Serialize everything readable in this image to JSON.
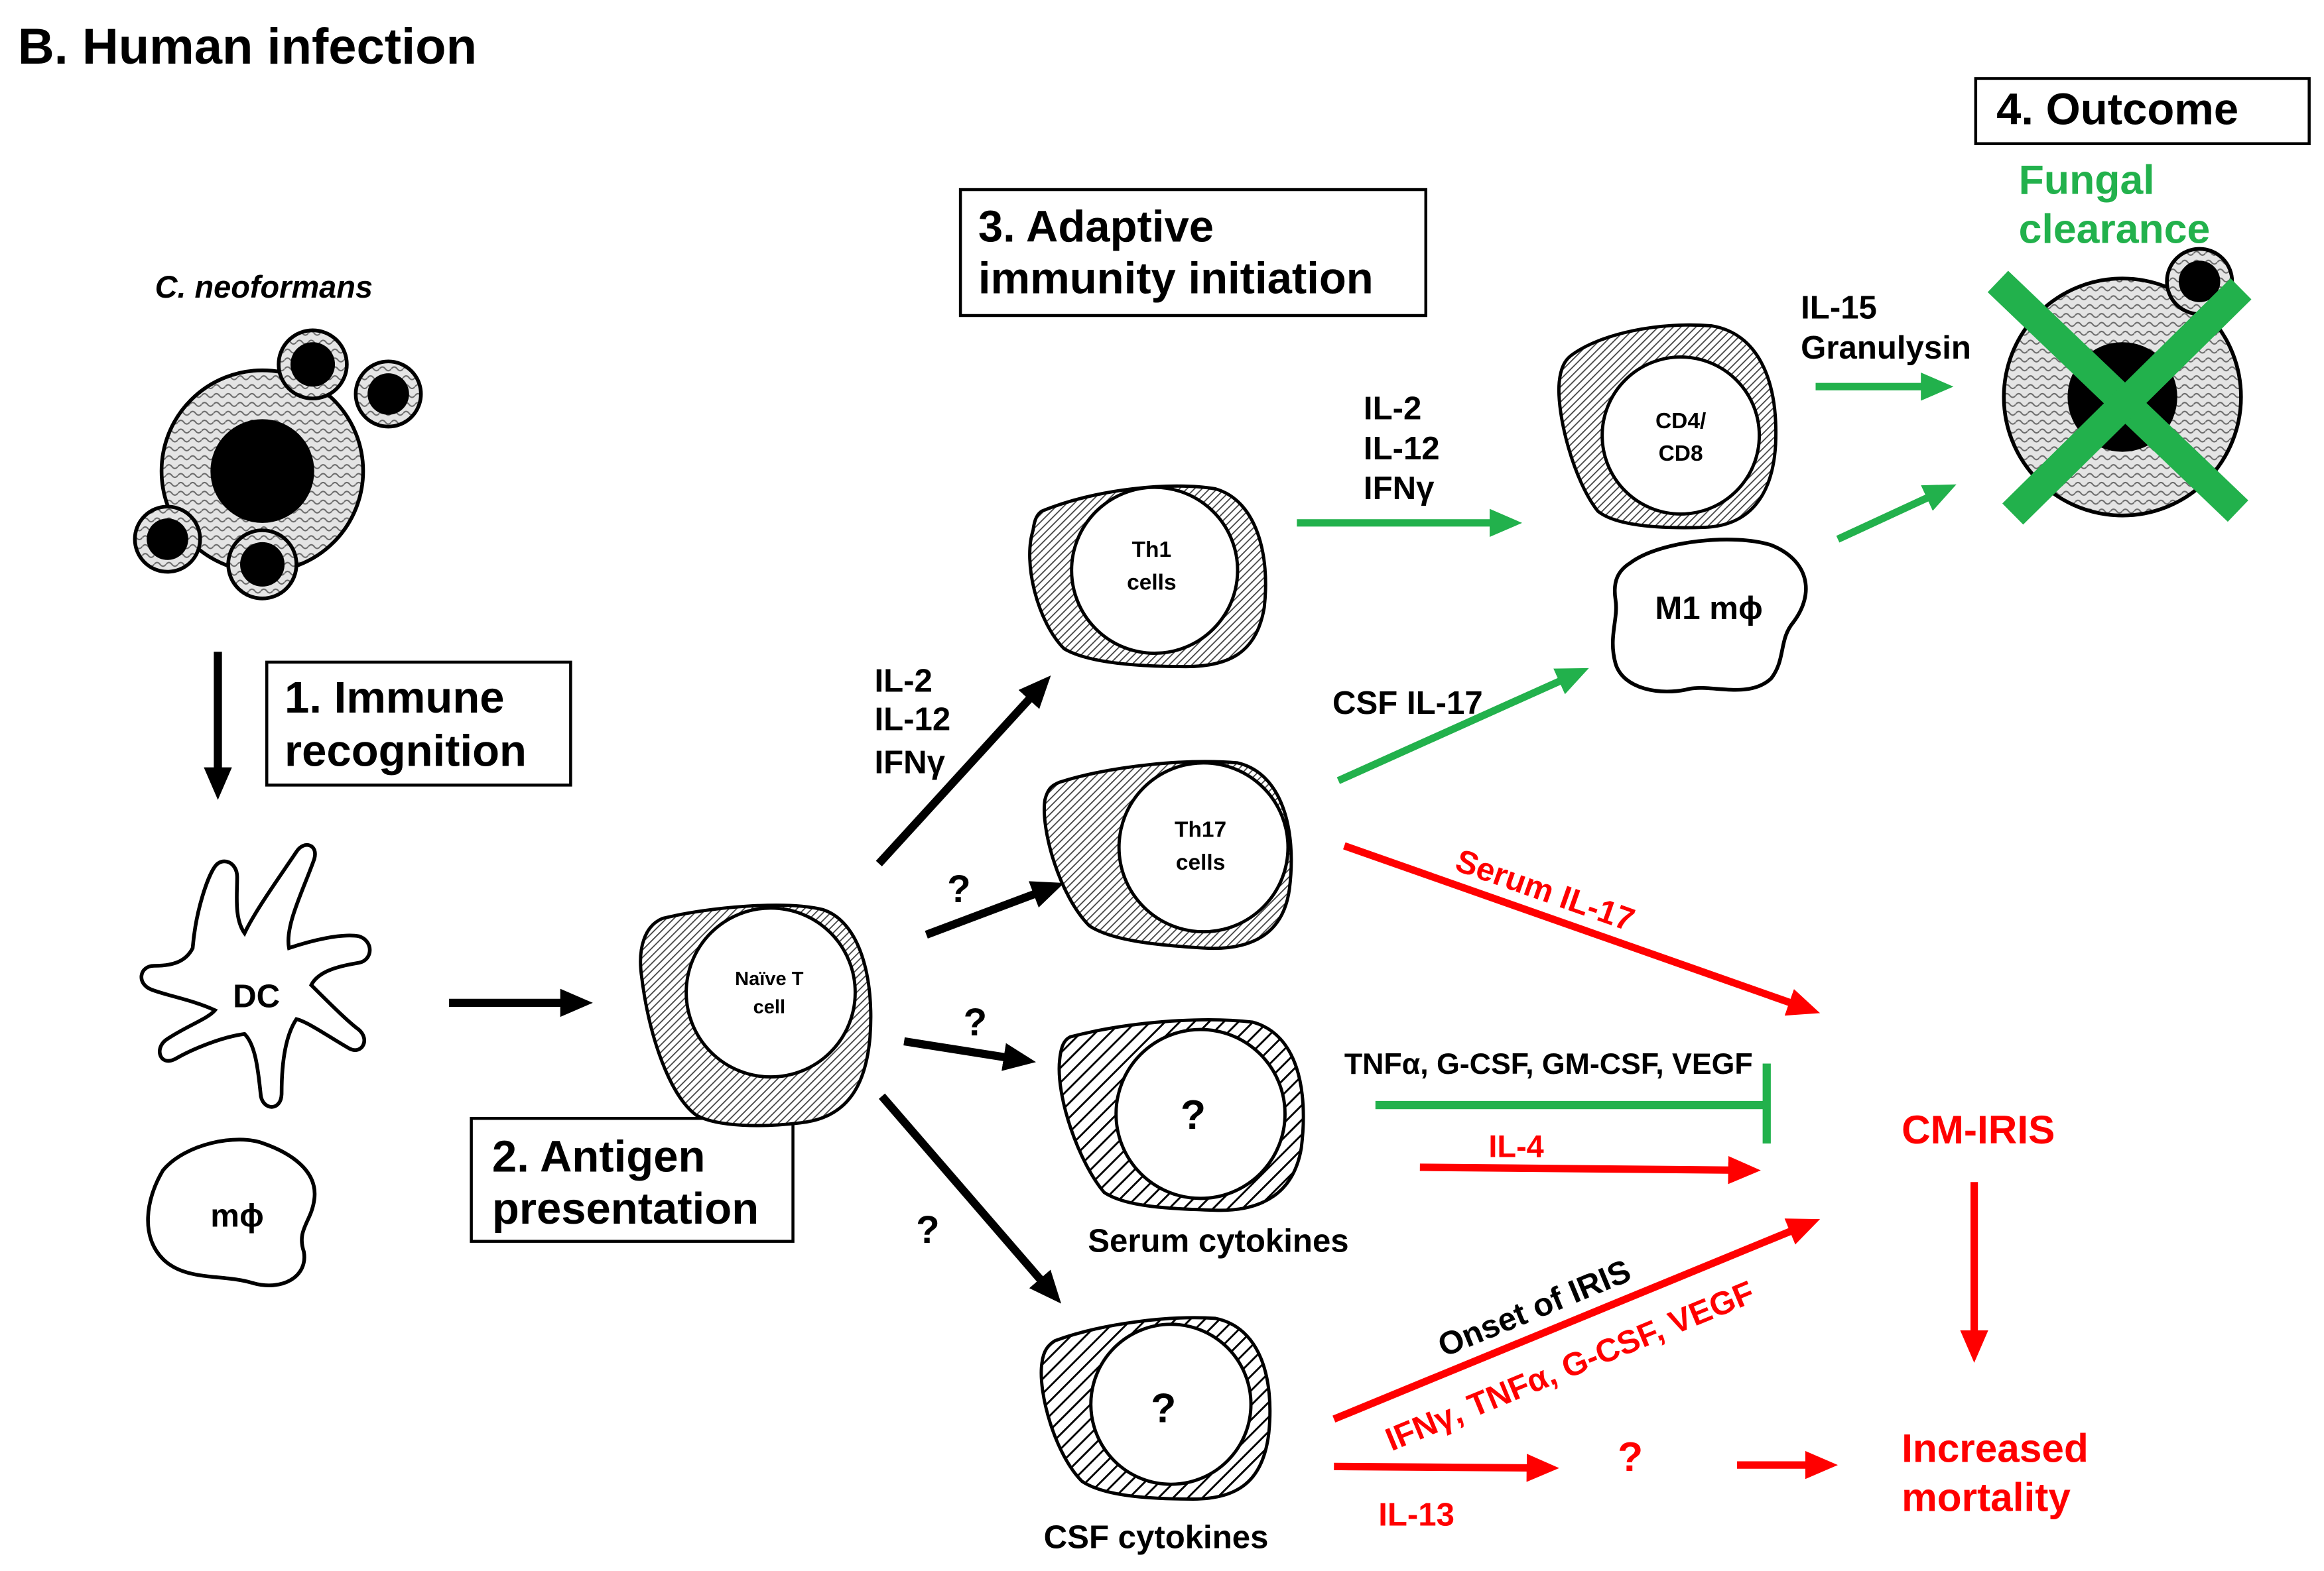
{
  "panel_title": "B. Human infection",
  "pathogen": {
    "name": "C. neoformans"
  },
  "stages": {
    "recognition": {
      "line1": "1. Immune",
      "line2": "recognition"
    },
    "presentation": {
      "line1": "2. Antigen",
      "line2": "presentation"
    },
    "adaptive": {
      "line1": "3. Adaptive",
      "line2": "immunity initiation"
    },
    "outcome": {
      "line1": "4. Outcome"
    }
  },
  "cells": {
    "dendritic": "DC",
    "macrophage": "mϕ",
    "naive_t": [
      "Naïve T",
      "cell"
    ],
    "th1": [
      "Th1",
      "cells"
    ],
    "th17": [
      "Th17",
      "cells"
    ],
    "serum_unknown": "?",
    "serum_caption": "Serum cytokines",
    "csf_unknown": "?",
    "csf_caption": "CSF cytokines",
    "cd4_cd8": [
      "CD4/",
      "CD8"
    ],
    "m1_macrophage": "M1 mϕ"
  },
  "signals": {
    "naive_to_th1": [
      "IL-2",
      "IL-12",
      "IFNγ"
    ],
    "naive_to_th17": "?",
    "naive_to_serum": "?",
    "naive_to_csf": "?",
    "th1_to_effector": [
      "IL-2",
      "IL-12",
      "IFNγ"
    ],
    "th17_to_m1": "CSF IL-17",
    "effector_to_clearance": [
      "IL-15",
      "Granulysin"
    ],
    "serum_protective": "TNFα, G-CSF, GM-CSF, VEGF",
    "serum_il17": "Serum IL-17",
    "serum_il4": "IL-4",
    "csf_onset": "Onset of IRIS",
    "csf_onset_cytokines": "IFNγ, TNFα, G-CSF, VEGF",
    "csf_il13": "IL-13",
    "il13_unknown": "?"
  },
  "outcomes": {
    "clearance": [
      "Fungal",
      "clearance"
    ],
    "cm_iris": "CM-IRIS",
    "mortality": [
      "Increased",
      "mortality"
    ]
  },
  "colors": {
    "protective": "#22b14c",
    "pathologic": "#ff0000",
    "ink": "#000000"
  }
}
